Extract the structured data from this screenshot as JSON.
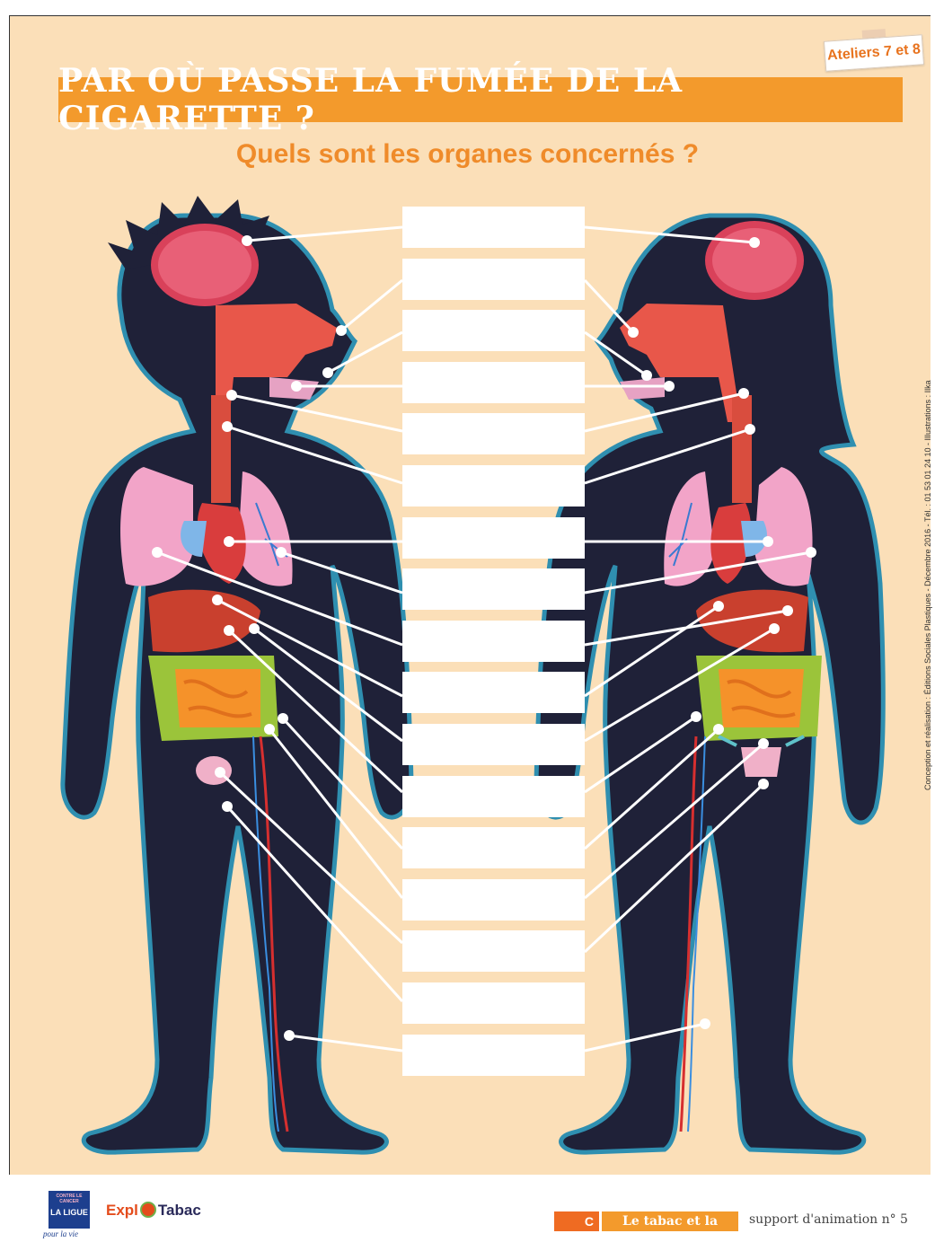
{
  "header": {
    "tag": "Ateliers 7 et 8",
    "title": "PAR OÙ PASSE LA FUMÉE DE LA CIGARETTE ?",
    "subtitle": "Quels sont les organes concernés ?"
  },
  "label_box_count": 17,
  "credit": "Conception et réalisation : Éditions Sociales Plastiques - Décembre 2016 - Tél. : 01 53 01 24 10 - Illustrations : Ilka",
  "footer": {
    "logo_top": "CONTRE LE CANCER",
    "logo_name": "LA LIGUE",
    "logo_sub": "pour la vie",
    "brand_left": "Expl",
    "brand_right": "Tabac",
    "category_letter": "C",
    "theme": "Le tabac et la santé",
    "support": "support d'animation n° 5"
  },
  "colors": {
    "background": "#fbdfb8",
    "accent_orange": "#f39a2c",
    "silhouette": "#1f2138",
    "silhouette_outline": "#2f8fb0"
  }
}
